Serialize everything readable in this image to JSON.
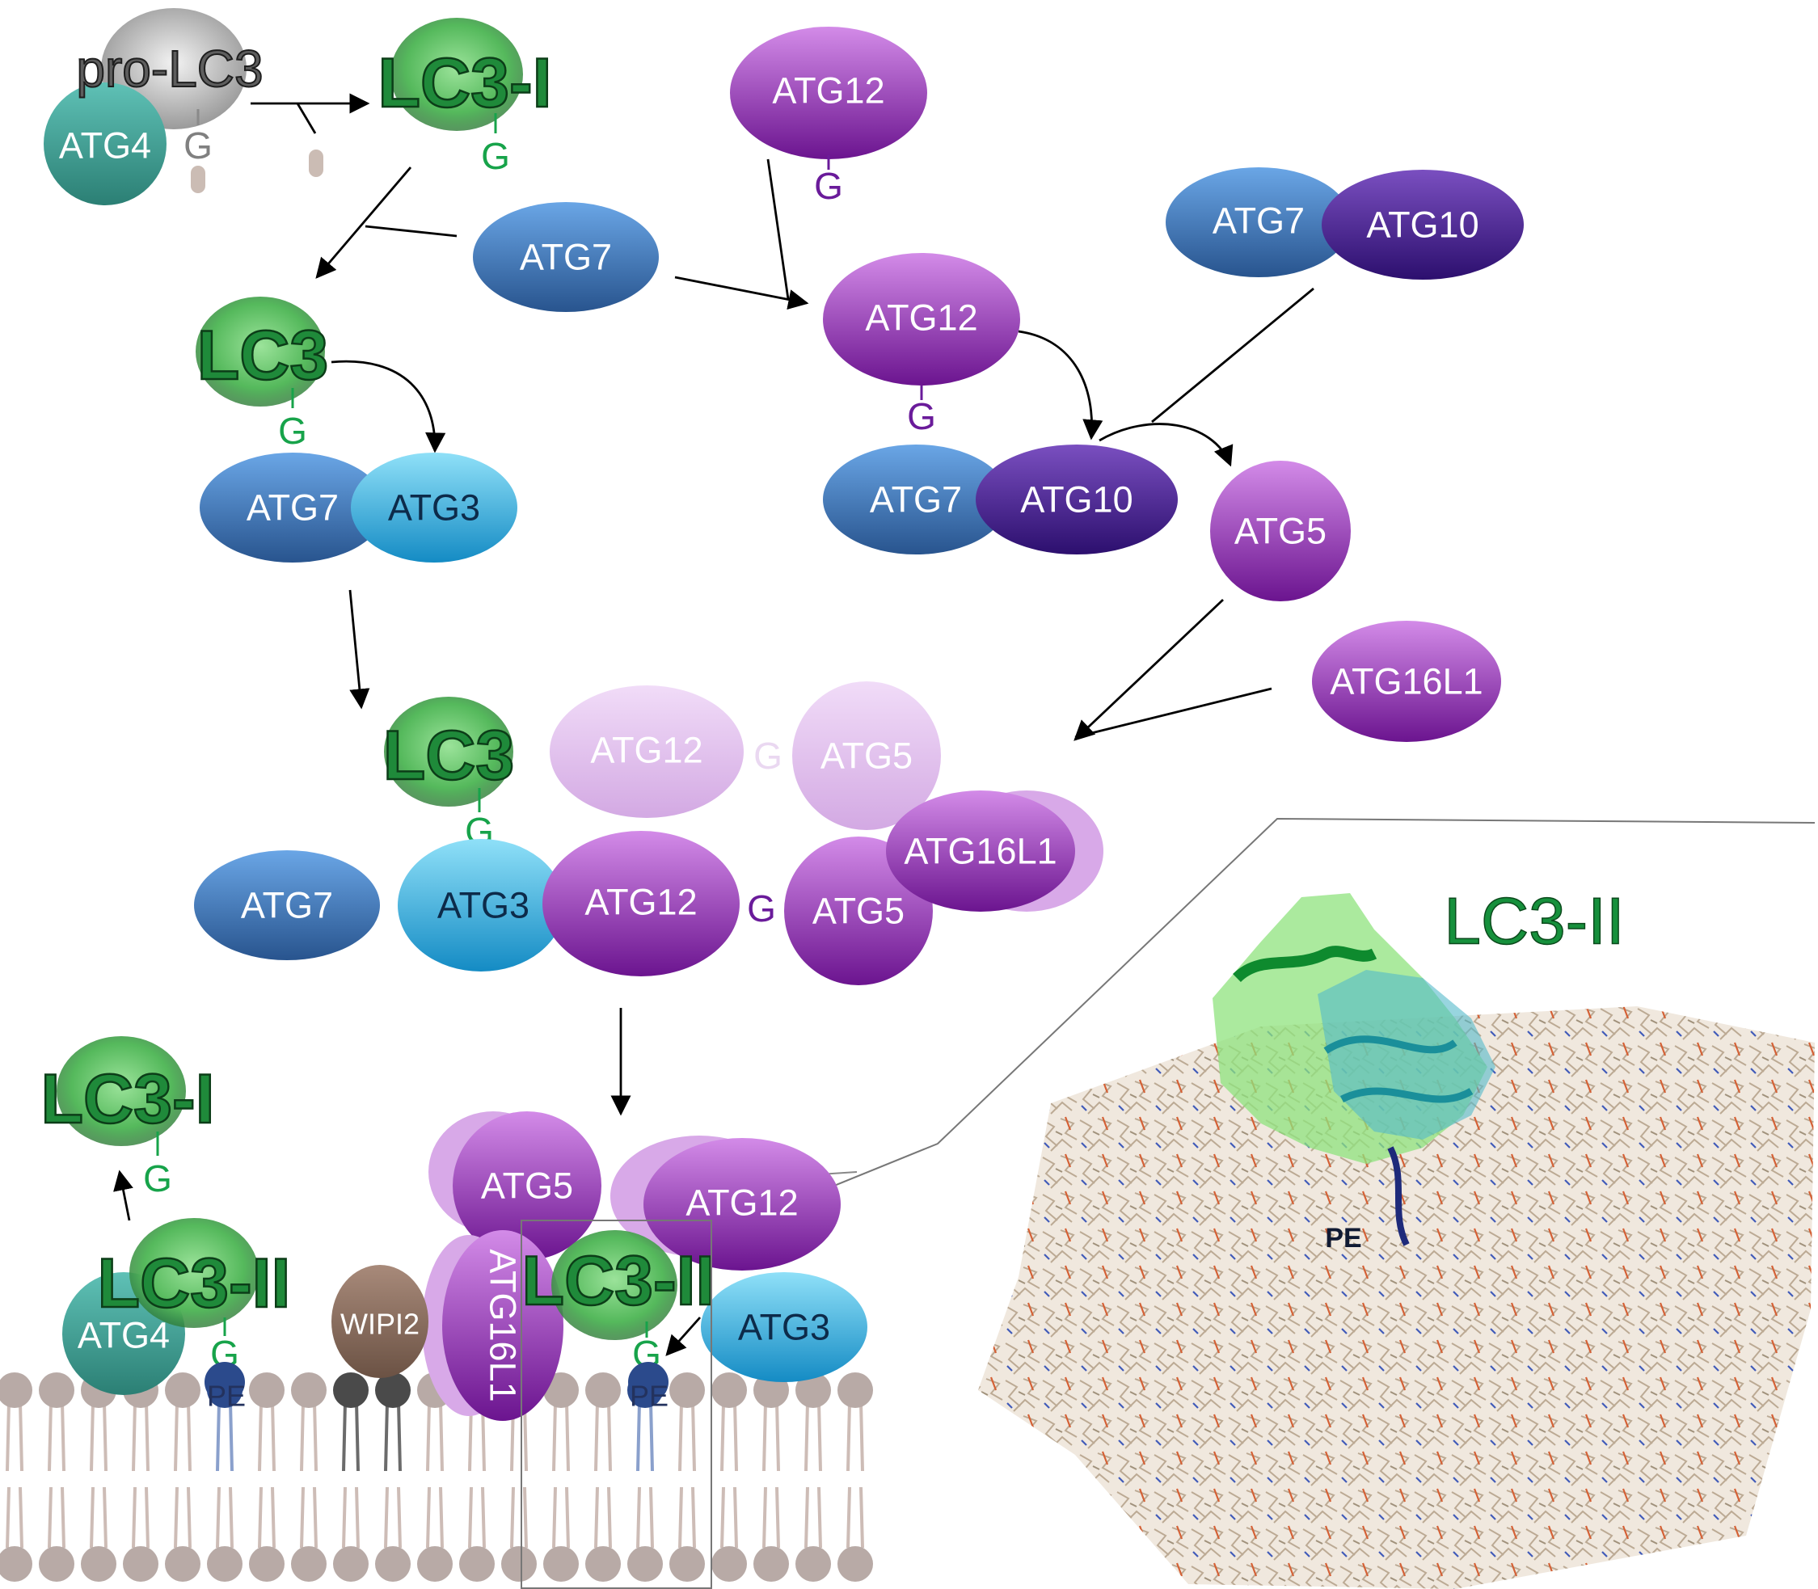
{
  "colors": {
    "atg7": "#3f7fc6",
    "atg10": "#4b2a8f",
    "atg12": "#9a3fc1",
    "atg5": "#9a3fc1",
    "atg16l1": "#9a3fc1",
    "atg3": "#2fa8dd",
    "atg4": "#3e9a90",
    "wipi2": "#8c6f60",
    "lc3_green": "#17a34a"
  },
  "labels": {
    "pro_lc3": "pro-LC3",
    "lc3_i": "LC3-I",
    "lc3": "LC3",
    "lc3_ii": "LC3-II",
    "atg4": "ATG4",
    "atg7": "ATG7",
    "atg10": "ATG10",
    "atg12": "ATG12",
    "atg5": "ATG5",
    "atg3": "ATG3",
    "atg16l1": "ATG16L1",
    "wipi2": "WIPI2",
    "g": "G",
    "pe": "PE"
  }
}
